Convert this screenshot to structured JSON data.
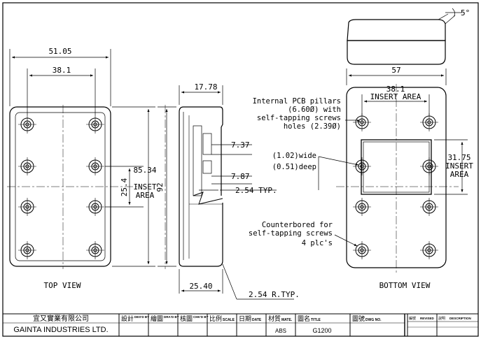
{
  "dims": {
    "top_width_outer": "51.05",
    "top_width_insert": "38.1",
    "top_height_insert": "25.4",
    "top_height_label": "85.34",
    "top_insert_label_1": "INSET",
    "top_insert_label_2": "AREA",
    "side_height": "92",
    "side_top_width": "17.78",
    "side_dim_1": "7.37",
    "side_dim_2": "7.87",
    "side_typ": "2.54 TYP.",
    "side_bottom_width": "25.40",
    "side_radius": "2.54 R.TYP.",
    "bottom_width_outer": "57",
    "bottom_width_insert": "38.1",
    "bottom_insert_area": "INSERT AREA",
    "bottom_height_insert": "31.75",
    "bottom_insert_label_1": "INSERT",
    "bottom_insert_label_2": "AREA",
    "draft_angle": "5°"
  },
  "notes": {
    "pcb_line1": "Internal PCB pillars",
    "pcb_line2": "(6.60Ø) with",
    "pcb_line3": "self-tapping screws",
    "pcb_line4": "holes    (2.39Ø)",
    "slot_line1": "(1.02)wide",
    "slot_line2": "(0.51)deep",
    "cb_line1": "Counterbored for",
    "cb_line2": "self-tapping screws",
    "cb_line3": "4 plc's"
  },
  "views": {
    "top": "TOP VIEW",
    "bottom": "BOTTOM VIEW"
  },
  "title_block": {
    "company_cn": "宜又實業有限公司",
    "company_en": "GAINTA INDUSTRIES LTD.",
    "design_cn": "設計",
    "design_en": "DES'D BY",
    "drawn_cn": "繪圖",
    "drawn_en": "DRA'D BY",
    "check_cn": "核圖",
    "check_en": "CHK'D BY",
    "scale_cn": "比例",
    "scale_en": "SCALE",
    "date_cn": "日期",
    "date_en": "DATE",
    "mate_cn": "材質",
    "mate_en": "MATE.",
    "mate_value": "ABS",
    "title_cn": "圖名",
    "title_en": "TITLE",
    "title_value": "G1200",
    "dwg_cn": "圖號",
    "dwg_en": "DWG NO.",
    "rev_cn": "編號",
    "rev_en": "REVISED",
    "desc_cn": "說明",
    "desc_en": "DESCRIPTION"
  }
}
